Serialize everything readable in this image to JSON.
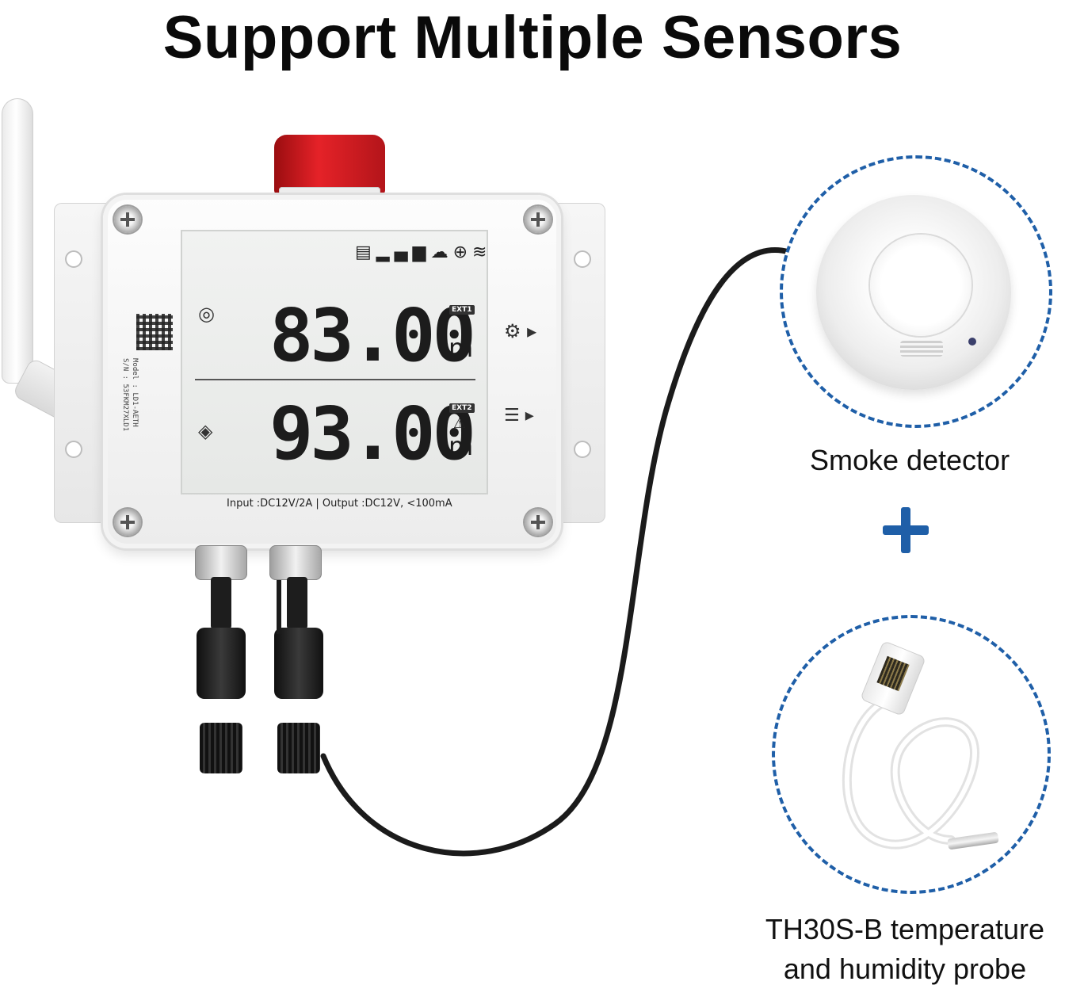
{
  "page": {
    "title": "Support Multiple Sensors",
    "accent_color": "#1f5fa8"
  },
  "device": {
    "status_icons": [
      "sd-card-icon",
      "signal-bars-icon",
      "cloud-icon",
      "globe-icon",
      "wifi-icon"
    ],
    "channel_1": {
      "value": "83.00",
      "unit": "m",
      "badge": "EXT1",
      "icon": "channel-1-icon"
    },
    "channel_2": {
      "value": "93.00",
      "unit": "m",
      "badge": "EXT2",
      "icon": "channel-2-icon",
      "alert_icon": "warning-icon"
    },
    "side_icons": [
      "gear-icon",
      "menu-list-icon"
    ],
    "model": "Model : LD1-AETH",
    "serial": "S/N : 53FKM27XLD1",
    "io_label": "Input :DC12V/2A  |  Output :DC12V, <100mA",
    "beacon_color": "#e52228"
  },
  "sensors": [
    {
      "caption": "Smoke detector"
    },
    {
      "caption_line_1": "TH30S-B temperature",
      "caption_line_2": "and humidity probe"
    }
  ]
}
